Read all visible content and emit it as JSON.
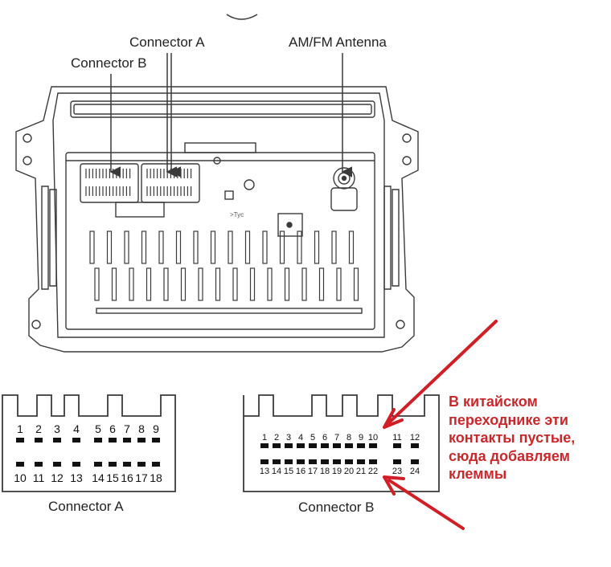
{
  "labels": {
    "connector_a_top": "Connector A",
    "connector_b_top": "Connector B",
    "antenna": "AM/FM Antenna",
    "connector_a_bottom": "Connector A",
    "connector_b_bottom": "Connector B"
  },
  "connector_a": {
    "top_pins": [
      "1",
      "2",
      "3",
      "4",
      "5",
      "6",
      "7",
      "8",
      "9"
    ],
    "bottom_pins": [
      "10",
      "11",
      "12",
      "13",
      "14",
      "15",
      "16",
      "17",
      "18"
    ]
  },
  "connector_b": {
    "top_pins": [
      "1",
      "2",
      "3",
      "4",
      "5",
      "6",
      "7",
      "8",
      "9",
      "10",
      "11",
      "12"
    ],
    "bottom_pins": [
      "13",
      "14",
      "15",
      "16",
      "17",
      "18",
      "19",
      "20",
      "21",
      "22",
      "23",
      "24"
    ]
  },
  "annotation": {
    "lines": [
      "В китайском",
      "переходнике эти",
      "контакты пустые,",
      "сюда добавляем",
      "клеммы"
    ],
    "color": "#c8282c"
  },
  "colors": {
    "line": "#3a3a3a",
    "pin": "#111111",
    "arrow": "#d01f26"
  }
}
